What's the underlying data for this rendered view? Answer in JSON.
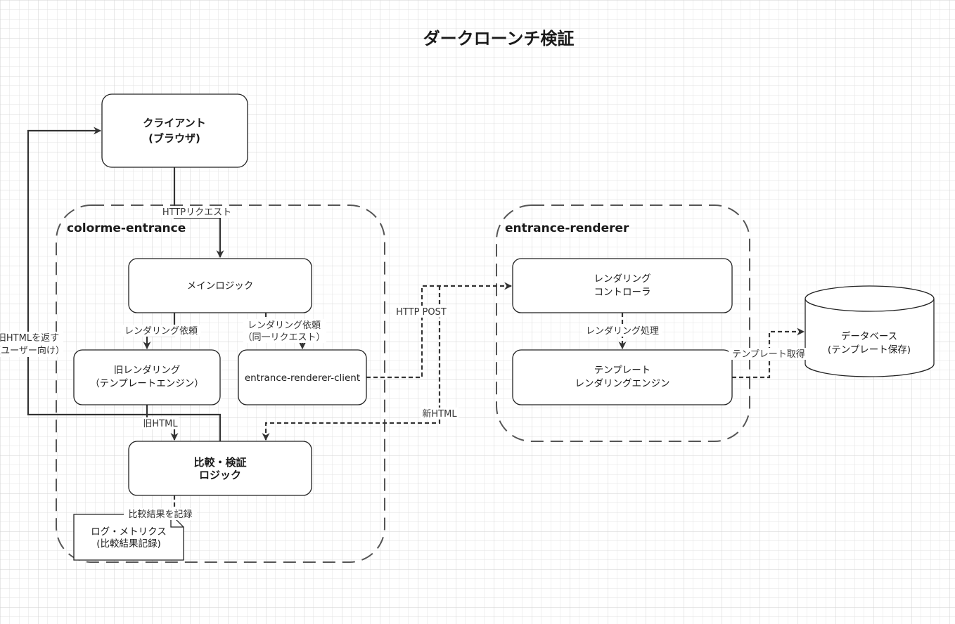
{
  "title": "ダークローンチ検証",
  "containers": {
    "colorme": "colorme-entrance",
    "renderer": "entrance-renderer"
  },
  "nodes": {
    "client": [
      "クライアント",
      "(ブラウザ)"
    ],
    "main_logic": "メインロジック",
    "old_rendering": [
      "旧レンダリング",
      "（テンプレートエンジン）"
    ],
    "renderer_client": "entrance-renderer-client",
    "compare": [
      "比較・検証",
      "ロジック"
    ],
    "log": [
      "ログ・メトリクス",
      "(比較結果記録)"
    ],
    "controller": [
      "レンダリング",
      "コントローラ"
    ],
    "engine": [
      "テンプレート",
      "レンダリングエンジン"
    ],
    "database": [
      "データベース",
      "(テンプレート保存)"
    ]
  },
  "edges": {
    "http_request": "HTTPリクエスト",
    "render_request": "レンダリング依頼",
    "render_request_same": [
      "レンダリング依頼",
      "（同一リクエスト）"
    ],
    "old_html": "旧HTML",
    "return_old": [
      "旧HTMLを返す",
      "（ユーザー向け）"
    ],
    "http_post": "HTTP POST",
    "new_html": "新HTML",
    "render_process": "レンダリング処理",
    "template_fetch": "テンプレート取得",
    "record": "比較結果を記録"
  }
}
